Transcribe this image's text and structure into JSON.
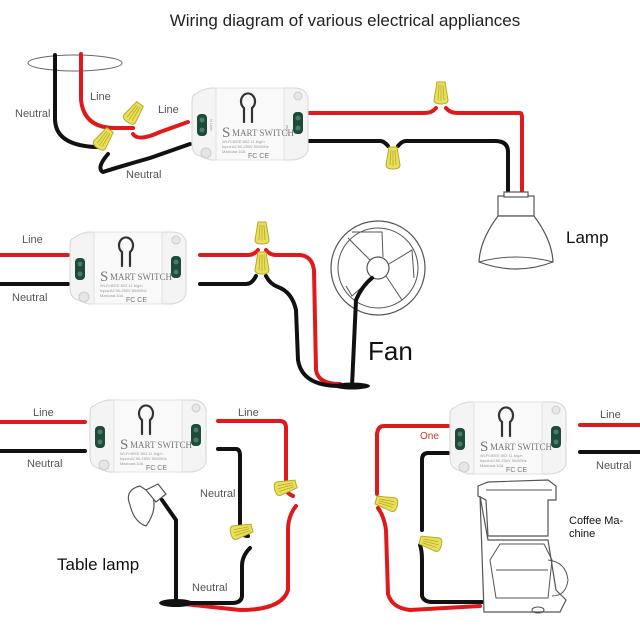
{
  "title": "Wiring diagram of various electrical appliances",
  "colors": {
    "line_wire": "#e0191c",
    "neutral_wire": "#111111",
    "wire_nut": "#e8e05a",
    "switch_body": "#f4f4f4",
    "switch_terminal": "#1e4a3a",
    "background": "#ffffff"
  },
  "smart_switch": {
    "brand_initial": "S",
    "brand_rest": "MART SWITCH",
    "spec_line_1": "Wi-Fi:IEEE 802.11 b/g/n",
    "spec_line_2": "Input:AC90-250V 50/60Hz",
    "spec_line_3": "Maxload:10A",
    "cert_marks": "FC CE",
    "left_terminal_label": "N  Line",
    "right_terminal_label": "Load"
  },
  "circuits": [
    {
      "id": "lamp",
      "appliance_label": "Lamp",
      "wire_labels": {
        "neutral_in": "Neutral",
        "line_in": "Line",
        "line_to_switch": "Line",
        "neutral_to_switch": "Neutral"
      }
    },
    {
      "id": "fan",
      "appliance_label": "Fan",
      "wire_labels": {
        "line_in": "Line",
        "neutral_in": "Neutral"
      }
    },
    {
      "id": "table-lamp",
      "appliance_label": "Table lamp",
      "wire_labels": {
        "line_in": "Line",
        "neutral_in": "Neutral",
        "line_out": "Line",
        "neutral_mid": "Neutral",
        "neutral_bottom": "Neutral"
      }
    },
    {
      "id": "coffee-machine",
      "appliance_label_line_1": "Coffee Ma-",
      "appliance_label_line_2": "chine",
      "wire_labels": {
        "line_in": "Line",
        "neutral_in": "Neutral",
        "line_out": "One"
      }
    }
  ]
}
